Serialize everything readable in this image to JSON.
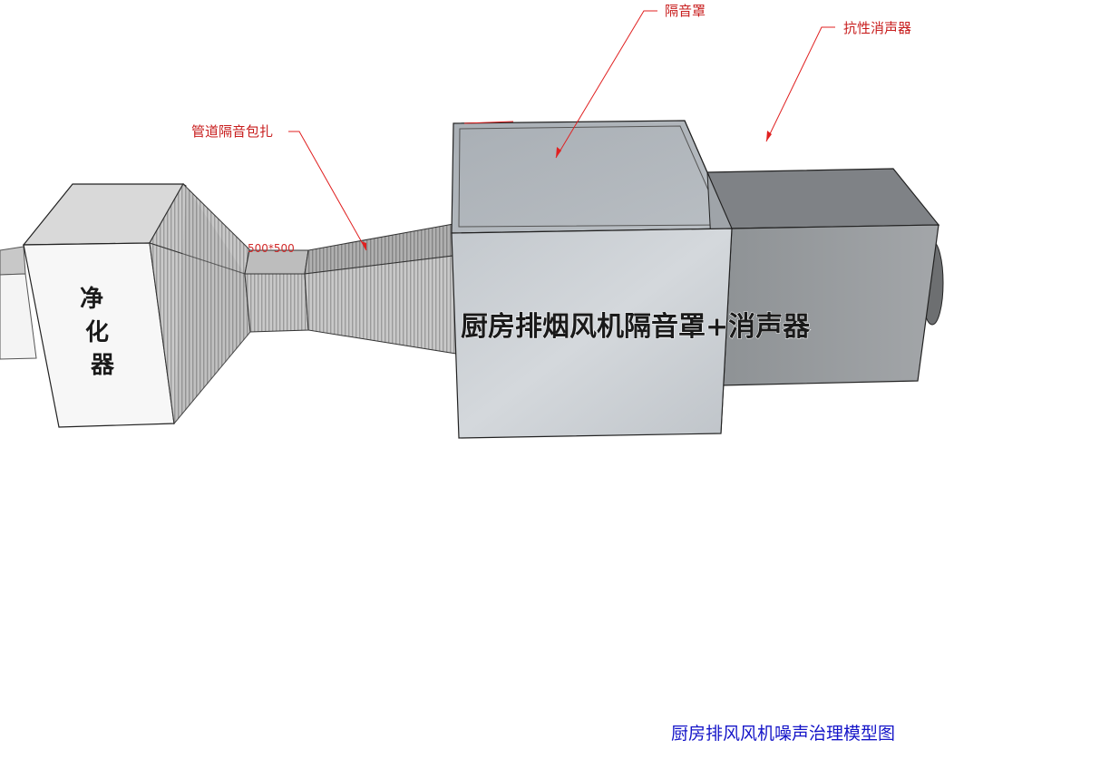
{
  "labels": {
    "pipe_wrap": "管道隔音包扎",
    "enclosure": "隔音罩",
    "silencer": "抗性消声器",
    "duct_size": "500*500",
    "purifier_chars": [
      "净",
      "化",
      "器"
    ],
    "main_text": "厨房排烟风机隔音罩+消声器"
  },
  "caption": "厨房排风风机噪声治理模型图",
  "colors": {
    "callout": "#c81e1e",
    "caption": "#1515c8"
  }
}
